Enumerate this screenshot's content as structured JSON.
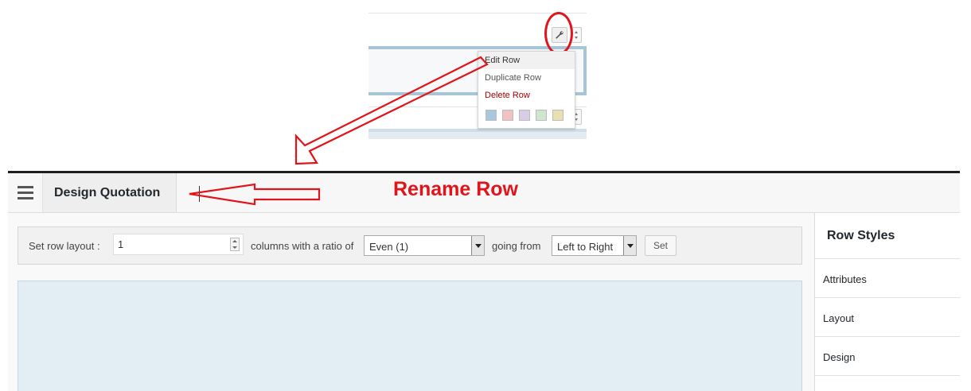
{
  "context_menu": {
    "items": [
      {
        "label": "Edit Row"
      },
      {
        "label": "Duplicate Row"
      },
      {
        "label": "Delete Row"
      }
    ],
    "swatch_colors": [
      "#a9c8dc",
      "#f2c1c1",
      "#d8cde6",
      "#cde6cd",
      "#e8e0ae"
    ]
  },
  "annotation": {
    "rename_label": "Rename Row",
    "color": "#e0141a"
  },
  "header": {
    "row_title": "Design Quotation"
  },
  "layout_bar": {
    "prefix": "Set row layout :",
    "columns_value": "1",
    "ratio_text": "columns with a ratio of",
    "ratio_selected": "Even (1)",
    "direction_text": "going from",
    "direction_selected": "Left to Right",
    "set_label": "Set"
  },
  "sidebar": {
    "title": "Row Styles",
    "items": [
      {
        "label": "Attributes"
      },
      {
        "label": "Layout"
      },
      {
        "label": "Design"
      }
    ]
  }
}
